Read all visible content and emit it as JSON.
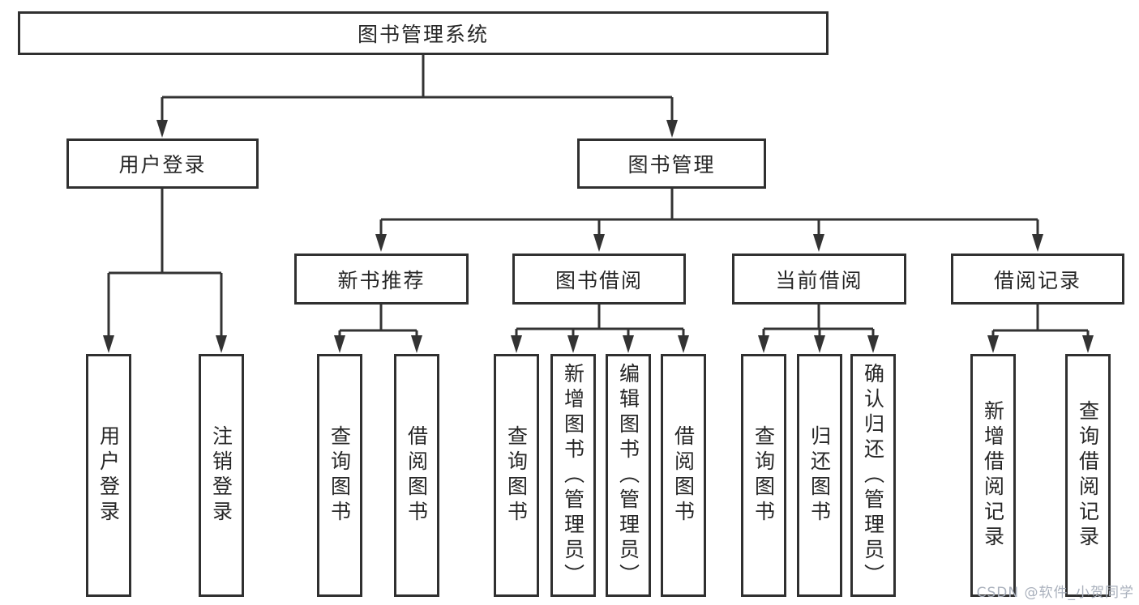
{
  "tree": {
    "root": "图书管理系统",
    "login": {
      "label": "用户登录",
      "children": [
        "用户登录",
        "注销登录"
      ]
    },
    "management": {
      "label": "图书管理",
      "groups": [
        {
          "label": "新书推荐",
          "children": [
            "查询图书",
            "借阅图书"
          ]
        },
        {
          "label": "图书借阅",
          "children": [
            "查询图书",
            "新增图书（管理员）",
            "编辑图书（管理员）",
            "借阅图书"
          ]
        },
        {
          "label": "当前借阅",
          "children": [
            "查询图书",
            "归还图书",
            "确认归还（管理员）"
          ]
        },
        {
          "label": "借阅记录",
          "children": [
            "新增借阅记录",
            "查询借阅记录"
          ]
        }
      ]
    }
  },
  "watermark": {
    "text": "CSDN @软件_小贺同学"
  },
  "colors": {
    "background": "#ffffff",
    "line": "#333333",
    "box_border": "#303030",
    "box_fill": "#ffffff",
    "text": "#262626",
    "watermark": "#a9b0bc"
  }
}
